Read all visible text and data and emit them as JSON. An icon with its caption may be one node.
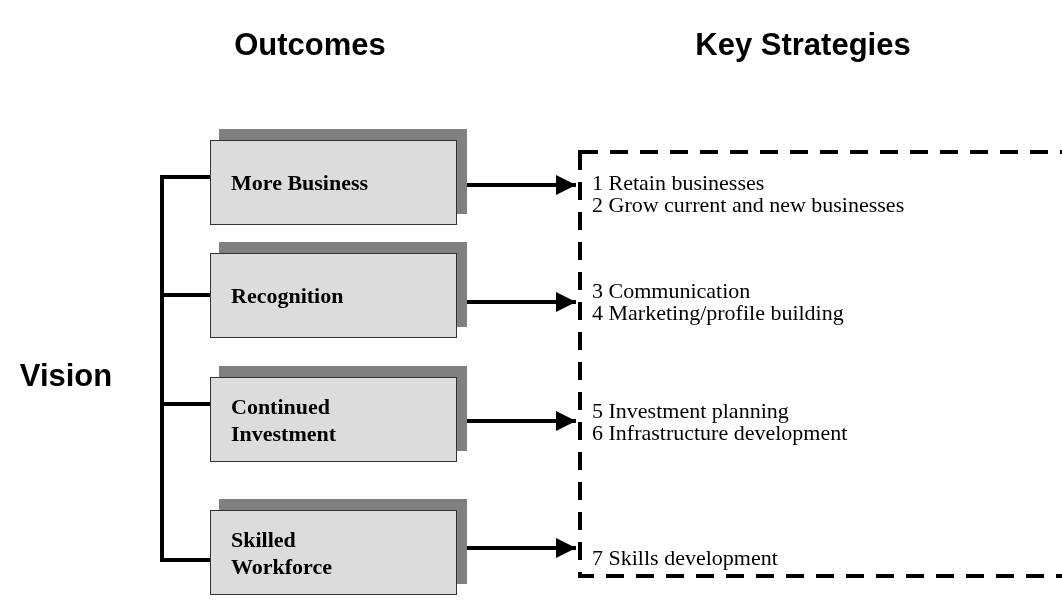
{
  "diagram": {
    "nodes": [
      {
        "text": [
          "More Business"
        ]
      },
      {
        "text": [
          "Recognition"
        ]
      },
      {
        "text": [
          "Continued Investment"
        ]
      },
      {
        "text": [
          "Skilled Workforce"
        ]
      },
      {
        "text": [],
        "shape": "box"
      },
      {
        "text": [
          "1 Retain businesses",
          "2 Grow current and new businesses"
        ],
        "in": 4
      },
      {
        "text": [
          "3 Communication",
          "4 Marketing/profile building"
        ],
        "in": 4
      },
      {
        "text": [
          "5 Investment planning",
          "6 Infrastructure development"
        ],
        "in": 4
      },
      {
        "text": [
          "7 Skills development"
        ],
        "in": 4
      }
    ],
    "edges": [
      {
        "from": 0,
        "to": 5,
        "arrow": "to"
      },
      {
        "from": 1,
        "to": 6,
        "arrow": "to"
      },
      {
        "from": 2,
        "to": 7,
        "arrow": "to"
      },
      {
        "from": 3,
        "to": 8,
        "arrow": "to"
      }
    ],
    "labels": [
      "Outcomes",
      "Key Strategies",
      "Vision"
    ]
  }
}
